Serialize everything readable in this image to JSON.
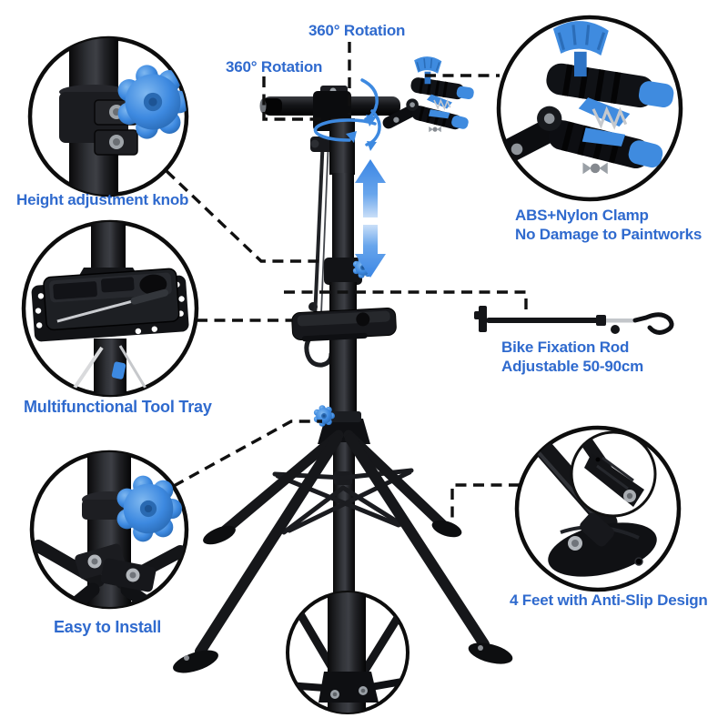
{
  "diagram": {
    "kind": "product-feature-callout-diagram",
    "subject": "bike repair work stand"
  },
  "colors": {
    "label_blue": "#2f6ace",
    "accent_blue": "#3d89e0",
    "accent_blue_dark": "#2a6ab2",
    "frame_black": "#121316",
    "metal_gray": "#a8acb1",
    "background": "#ffffff"
  },
  "callouts": {
    "rotation_top": "360° Rotation",
    "rotation_left": "360° Rotation",
    "height_knob": "Height adjustment knob",
    "tool_tray": "Multifunctional Tool Tray",
    "clamp_line1": "ABS+Nylon Clamp",
    "clamp_line2": "No Damage to Paintworks",
    "rod_line1": "Bike Fixation Rod",
    "rod_line2": "Adjustable 50-90cm",
    "easy_install": "Easy to Install",
    "feet": "4 Feet with Anti-Slip Design"
  }
}
